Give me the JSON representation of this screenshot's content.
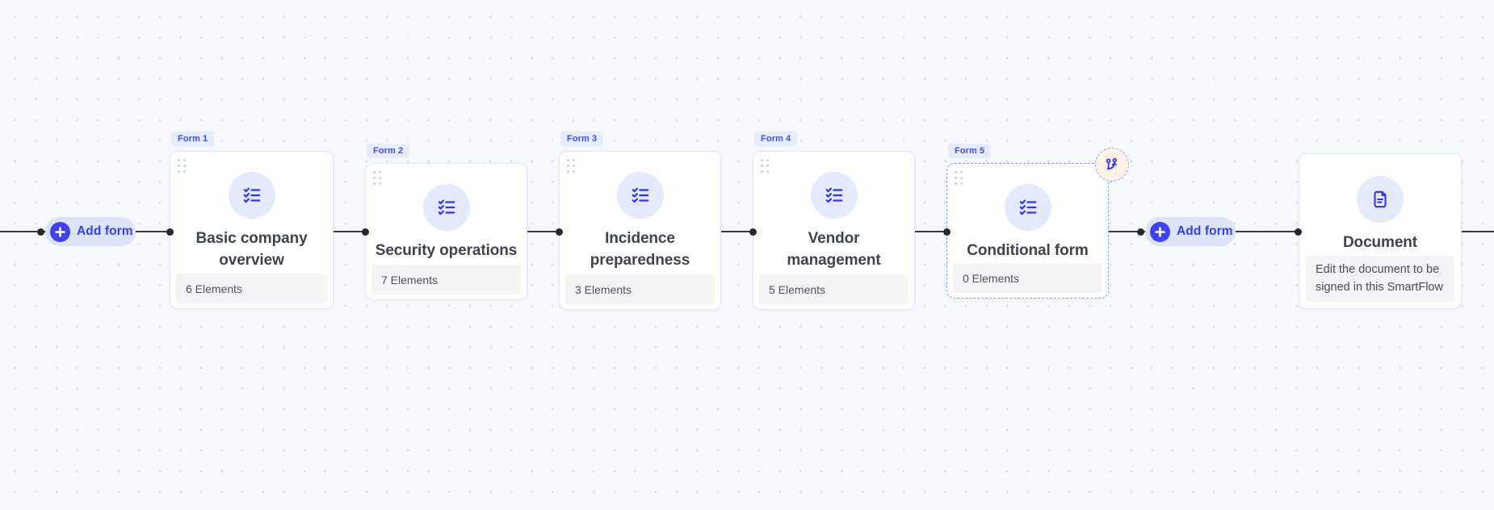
{
  "flow": {
    "add_form_left": {
      "label": "Add form"
    },
    "add_form_right": {
      "label": "Add form"
    },
    "forms": [
      {
        "badge": "Form 1",
        "title": "Basic company\noverview",
        "elements": "6 Elements"
      },
      {
        "badge": "Form 2",
        "title": "Security operations",
        "elements": "7 Elements"
      },
      {
        "badge": "Form 3",
        "title": "Incidence\npreparedness",
        "elements": "3 Elements"
      },
      {
        "badge": "Form 4",
        "title": "Vendor\nmanagement",
        "elements": "5 Elements"
      },
      {
        "badge": "Form 5",
        "title": "Conditional form",
        "elements": "0 Elements",
        "type": "conditional"
      }
    ],
    "document": {
      "title": "Document",
      "description": "Edit the document to be\nsigned in this SmartFlow"
    }
  },
  "colors": {
    "canvas_bg": "#f7f8fc",
    "grid_dot": "#d9dce6",
    "connector": "#3b3b3d",
    "accent_indigo": "#3133f0",
    "pill_bg": "#dce3fb",
    "pill_text": "#3340ee",
    "badge_bg": "#e6ebfd",
    "badge_text": "#3b50f2",
    "icon_circle_bg": "#e4e9fc",
    "elements_bar_bg": "#f4f4f6",
    "card_border": "#e2e8f8",
    "dashed_border": "#7d9df8",
    "branch_bubble_bg": "#fdf2e5",
    "title_text": "#3f434b"
  }
}
